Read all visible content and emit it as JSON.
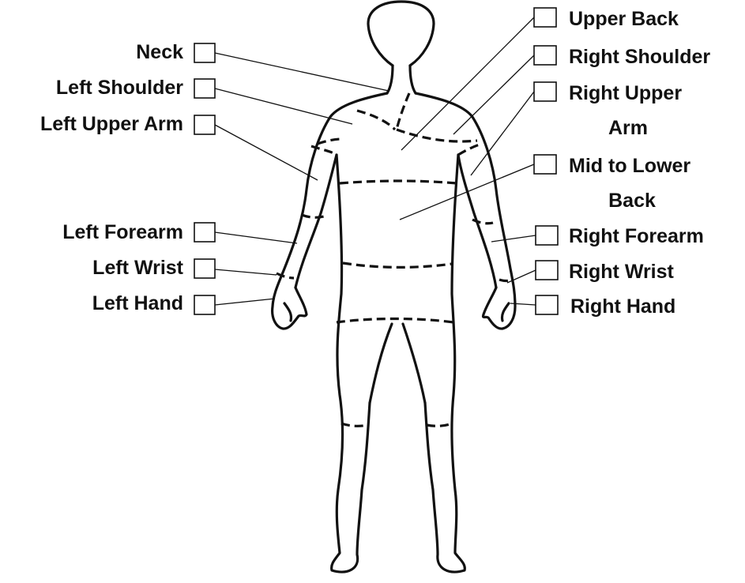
{
  "regions": {
    "neck": "Neck",
    "left_shoulder": "Left Shoulder",
    "left_upper_arm": "Left Upper Arm",
    "left_forearm": "Left Forearm",
    "left_wrist": "Left Wrist",
    "left_hand": "Left Hand",
    "upper_back": "Upper Back",
    "right_shoulder": "Right Shoulder",
    "right_upper_arm_line1": "Right Upper",
    "right_upper_arm_line2": "Arm",
    "mid_lower_back_line1": "Mid to Lower",
    "mid_lower_back_line2": "Back",
    "right_forearm": "Right Forearm",
    "right_wrist": "Right Wrist",
    "right_hand": "Right Hand"
  },
  "style": {
    "ink": "#111111",
    "background": "#ffffff"
  }
}
